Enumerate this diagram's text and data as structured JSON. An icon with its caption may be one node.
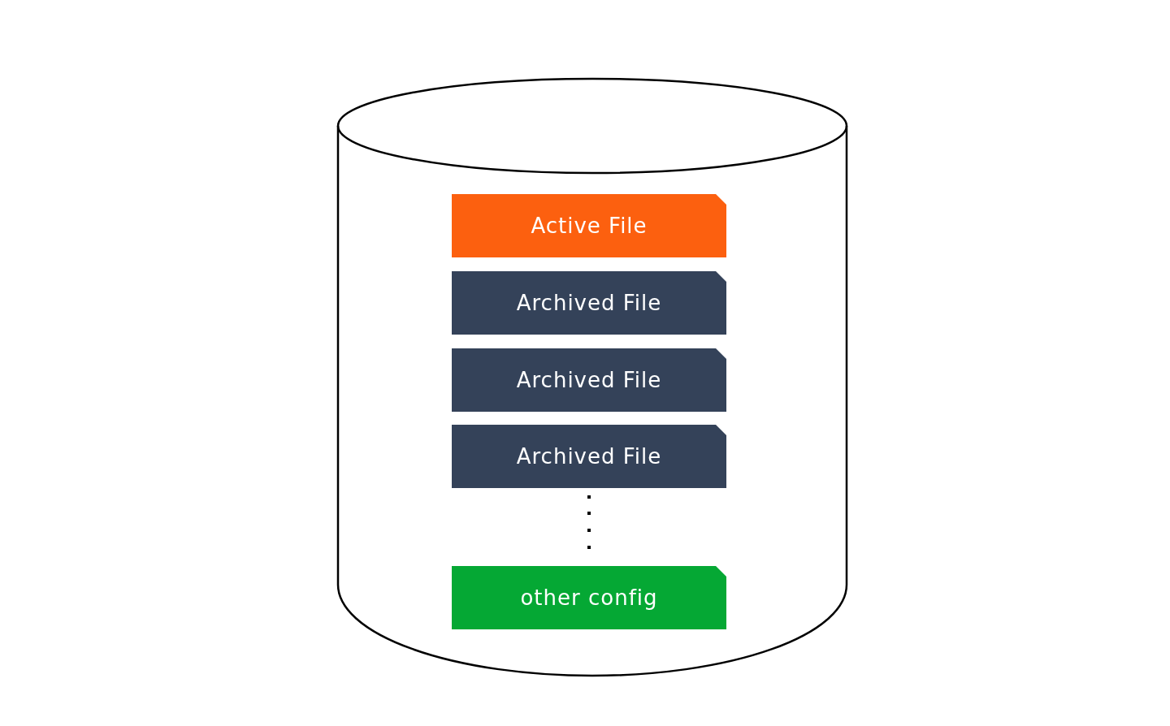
{
  "diagram": {
    "nodes": [
      {
        "text": [],
        "shape": "cylinder"
      },
      {
        "text": [
          "Active File"
        ],
        "in": 0
      },
      {
        "text": [
          "Archived File"
        ],
        "in": 0
      },
      {
        "text": [
          "Archived File"
        ],
        "in": 0
      },
      {
        "text": [
          "Archived File"
        ],
        "in": 0
      },
      {
        "text": [
          "other config"
        ],
        "in": 0
      }
    ]
  }
}
